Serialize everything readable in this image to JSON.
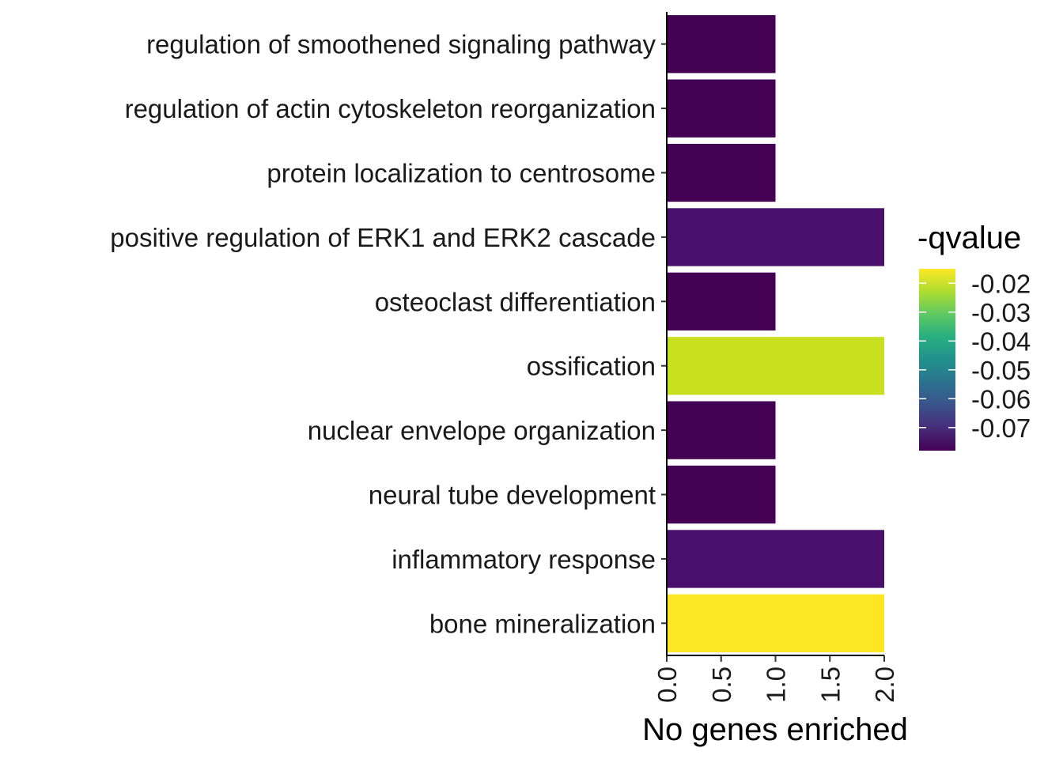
{
  "chart_data": {
    "type": "bar",
    "orientation": "horizontal",
    "categories": [
      "bone mineralization",
      "inflammatory response",
      "neural tube development",
      "nuclear envelope organization",
      "ossification",
      "osteoclast differentiation",
      "positive regulation of ERK1 and ERK2 cascade",
      "protein localization to centrosome",
      "regulation of actin cytoskeleton reorganization",
      "regulation of smoothened signaling pathway"
    ],
    "values": [
      2,
      2,
      1,
      1,
      2,
      1,
      2,
      1,
      1,
      1
    ],
    "color_values": [
      -0.015,
      -0.0745,
      -0.078,
      -0.078,
      -0.022,
      -0.078,
      -0.0745,
      -0.078,
      -0.078,
      -0.078
    ],
    "bar_colors": [
      "#fde725",
      "#48106b",
      "#440154",
      "#440154",
      "#c8e020",
      "#440154",
      "#48106b",
      "#440154",
      "#440154",
      "#440154"
    ],
    "title": "",
    "xlabel": "No genes enriched",
    "ylabel": "",
    "xlim": [
      0,
      2
    ],
    "x_ticks": [
      "0.0",
      "0.5",
      "1.0",
      "1.5",
      "2.0"
    ],
    "x_tick_values": [
      0,
      0.5,
      1.0,
      1.5,
      2.0
    ],
    "grid": false,
    "legend": {
      "title": "-qvalue",
      "type": "colorbar",
      "colormap": "viridis",
      "placement": "right",
      "range": [
        -0.078,
        -0.015
      ],
      "ticks": [
        "-0.02",
        "-0.03",
        "-0.04",
        "-0.05",
        "-0.06",
        "-0.07"
      ],
      "tick_values": [
        -0.02,
        -0.03,
        -0.04,
        -0.05,
        -0.06,
        -0.07
      ]
    }
  }
}
